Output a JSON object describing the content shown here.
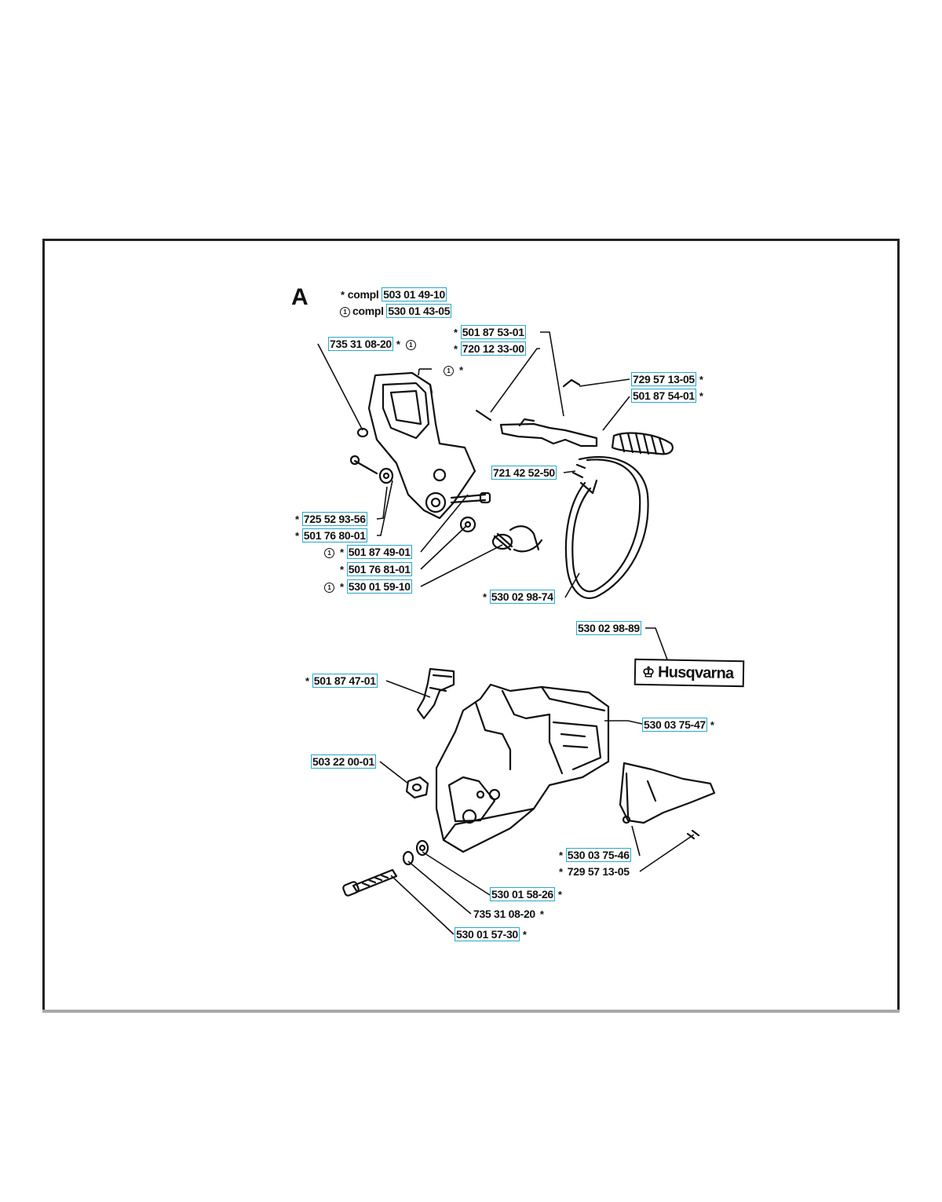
{
  "section_letter": "A",
  "compl_label": "compl",
  "star": "*",
  "circle_mark": "①",
  "brand_plate": "Husqvarna",
  "brand_mark": "♔",
  "labels": [
    {
      "id": "503-01-49-10",
      "text": "503 01 49-10"
    },
    {
      "id": "530-01-43-05",
      "text": "530 01 43-05"
    },
    {
      "id": "735-31-08-20-top",
      "text": "735 31 08-20"
    },
    {
      "id": "501-87-53-01",
      "text": "501 87 53-01"
    },
    {
      "id": "720-12-33-00",
      "text": "720 12 33-00"
    },
    {
      "id": "729-57-13-05-top",
      "text": "729 57 13-05"
    },
    {
      "id": "501-87-54-01",
      "text": "501 87 54-01"
    },
    {
      "id": "721-42-52-50",
      "text": "721 42 52-50"
    },
    {
      "id": "725-52-93-56",
      "text": "725 52 93-56"
    },
    {
      "id": "501-76-80-01",
      "text": "501 76 80-01"
    },
    {
      "id": "501-87-49-01",
      "text": "501 87 49-01"
    },
    {
      "id": "501-76-81-01",
      "text": "501 76 81-01"
    },
    {
      "id": "530-01-59-10",
      "text": "530 01 59-10"
    },
    {
      "id": "530-02-98-74",
      "text": "530 02 98-74"
    },
    {
      "id": "530-02-98-89",
      "text": "530 02 98-89"
    },
    {
      "id": "501-87-47-01",
      "text": "501 87 47-01"
    },
    {
      "id": "530-03-75-47",
      "text": "530 03 75-47"
    },
    {
      "id": "503-22-00-01",
      "text": "503 22 00-01"
    },
    {
      "id": "530-03-75-46",
      "text": "530 03 75-46"
    },
    {
      "id": "729-57-13-05-bottom",
      "text": "729 57 13-05"
    },
    {
      "id": "530-01-58-26",
      "text": "530 01 58-26"
    },
    {
      "id": "735-31-08-20-bottom",
      "text": "735 31 08-20"
    },
    {
      "id": "530-01-57-30",
      "text": "530 01 57-30"
    }
  ]
}
